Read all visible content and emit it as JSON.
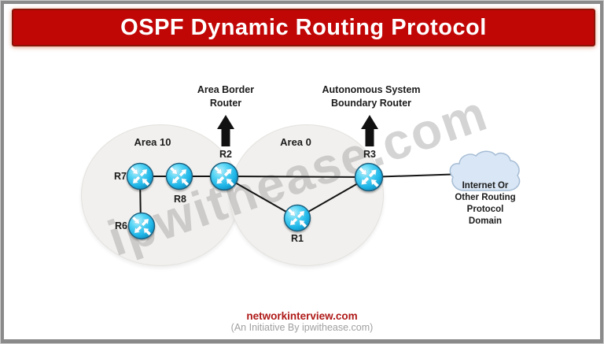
{
  "header": {
    "title": "OSPF Dynamic Routing Protocol"
  },
  "watermark": {
    "text": "ipwithease.com"
  },
  "areas": [
    {
      "label": "Area 10"
    },
    {
      "label": "Area 0"
    }
  ],
  "routers": [
    {
      "label": "R1"
    },
    {
      "label": "R2"
    },
    {
      "label": "R3"
    },
    {
      "label": "R6"
    },
    {
      "label": "R7"
    },
    {
      "label": "R8"
    }
  ],
  "annotations": [
    {
      "target": "R2",
      "lines": [
        "Area Border",
        "Router"
      ]
    },
    {
      "target": "R3",
      "lines": [
        "Autonomous System",
        "Boundary Router"
      ]
    }
  ],
  "cloud": {
    "lines": [
      "Internet Or",
      "Other Routing",
      "Protocol",
      "Domain"
    ]
  },
  "footer": {
    "site": "networkinterview.com",
    "note": "(An Initiative By ipwithease.com)"
  },
  "colors": {
    "banner_bg": "#c10606",
    "banner_border": "#8a1407",
    "banner_text": "#ffffff",
    "area_fill": "#f1f0ee",
    "router_fill": "#2ec0ec",
    "router_outline": "#1d5f7e",
    "link_line": "#141414",
    "arrow_black": "#111111",
    "cloud_fill": "#d9e6f5",
    "cloud_border": "#a6bdd5",
    "footer_site": "#ae1917",
    "footer_note": "#a0a0a0",
    "watermark": "#9a9a9a"
  }
}
